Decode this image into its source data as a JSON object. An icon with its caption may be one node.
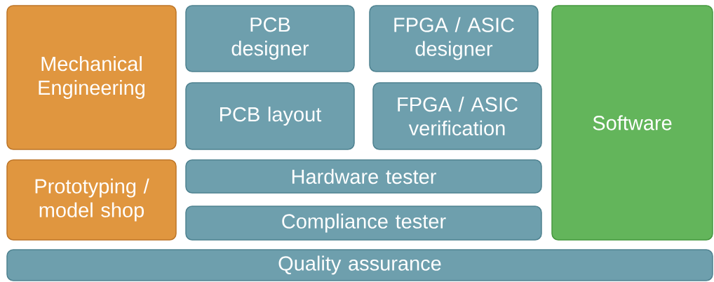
{
  "diagram": {
    "nodes": [
      {
        "text": [
          "Mechanical Engineering"
        ]
      },
      {
        "text": [
          "PCB designer"
        ]
      },
      {
        "text": [
          "FPGA / ASIC designer"
        ]
      },
      {
        "text": [
          "Software"
        ]
      },
      {
        "text": [
          "PCB layout"
        ]
      },
      {
        "text": [
          "FPGA / ASIC verification"
        ]
      },
      {
        "text": [
          "Prototyping / model shop"
        ]
      },
      {
        "text": [
          "Hardware tester"
        ]
      },
      {
        "text": [
          "Compliance tester"
        ]
      },
      {
        "text": [
          "Quality assurance"
        ]
      }
    ]
  }
}
